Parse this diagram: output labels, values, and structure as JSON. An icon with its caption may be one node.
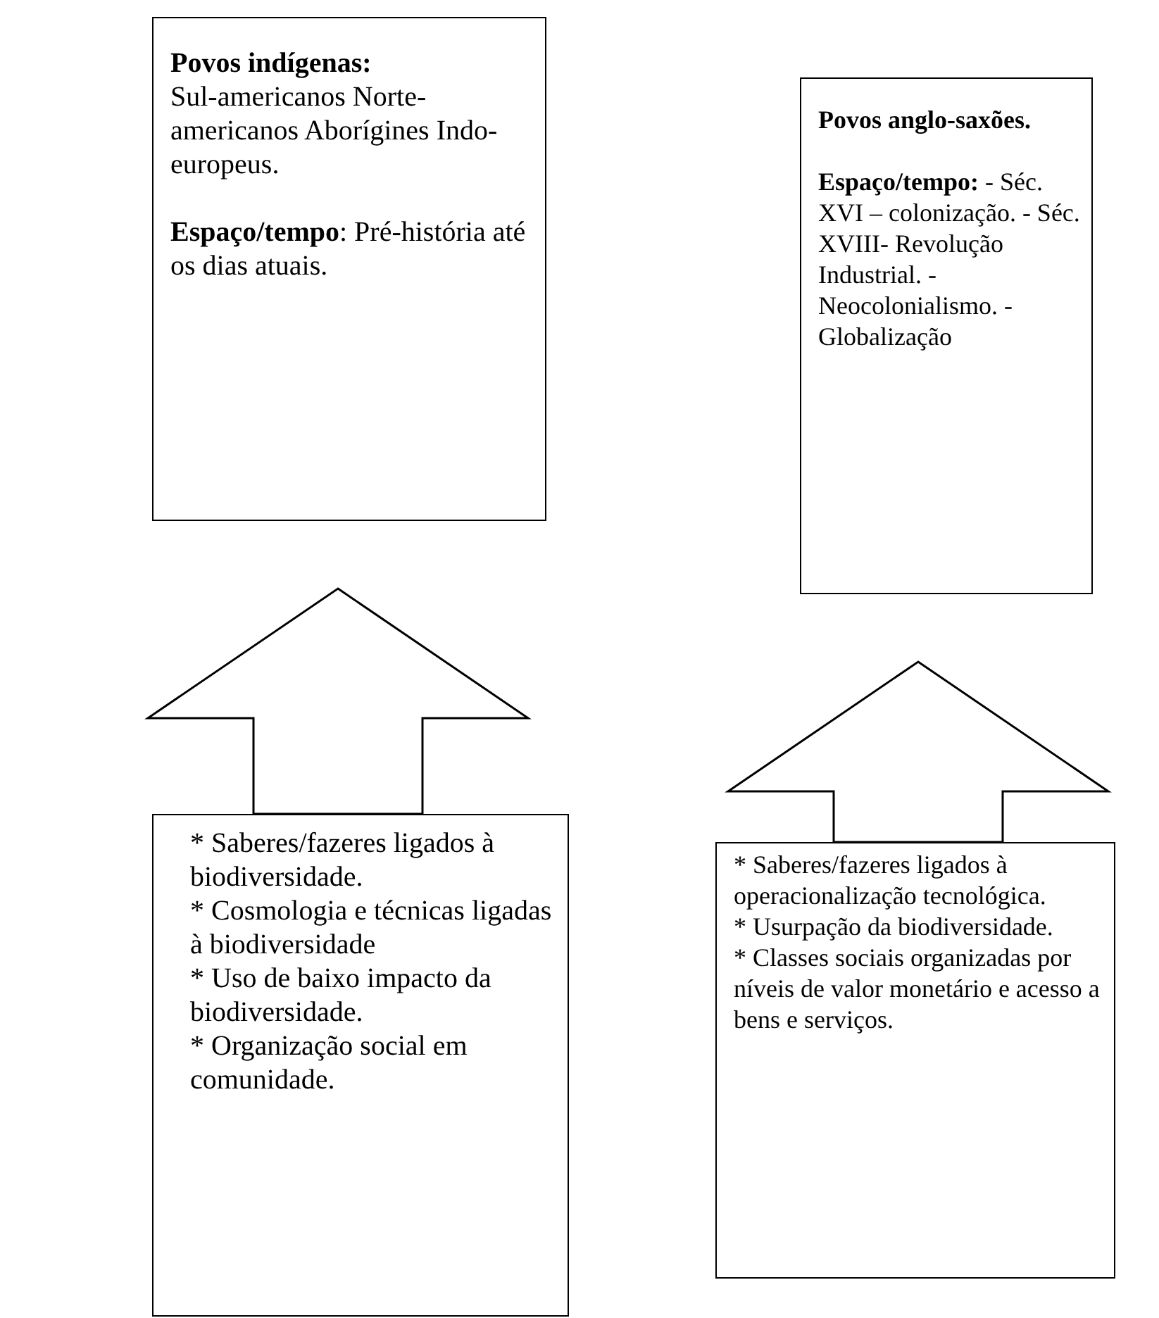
{
  "diagram": {
    "nodes": [
      {
        "text": [
          "Povos indígenas:",
          "Sul-americanos Norte-americanos Aborígines Indo-europeus.",
          "**Espaço/tempo**: Pré-história até os dias atuais."
        ]
      },
      {
        "text": [
          "Povos anglo-saxões.",
          "**Espaço/tempo:** - Séc. XVI – colonização. - Séc. XVIII- Revolução Industrial. -Neocolonialismo. - Globalização"
        ]
      },
      {
        "text": [
          "* Saberes/fazeres ligados  à biodiversidade.",
          "* Cosmologia e técnicas ligadas à biodiversidade",
          "* Uso  de baixo impacto da biodiversidade.",
          "* Organização social em comunidade."
        ]
      },
      {
        "text": [
          "* Saberes/fazeres ligados à operacionalização tecnológica.",
          "* Usurpação da biodiversidade.",
          "* Classes  sociais organizadas por níveis de valor monetário e acesso a bens e serviços."
        ]
      }
    ],
    "edges": [
      {
        "from": 2,
        "to": 0,
        "arrow": "to",
        "style": "thick"
      },
      {
        "from": 3,
        "to": 1,
        "arrow": "to",
        "style": "thick"
      }
    ]
  }
}
